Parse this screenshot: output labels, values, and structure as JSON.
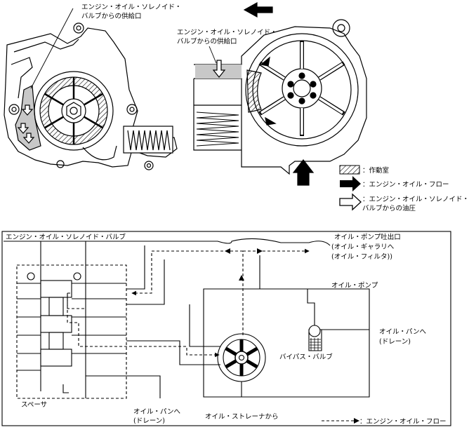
{
  "top_left": {
    "supply_port_label_l1": "エンジン・オイル・ソレノイド・",
    "supply_port_label_l2": "バルブからの供給口"
  },
  "top_right": {
    "supply_port_label_l1": "エンジン・オイル・ソレノイド・",
    "supply_port_label_l2": "バルブからの供給口"
  },
  "legend_top": {
    "chamber": "：作動室",
    "engine_oil_flow": "：エンジン・オイル・フロー",
    "solenoid_pressure_l1": "：エンジン・オイル・ソレノイド・",
    "solenoid_pressure_l2": "バルブからの油圧"
  },
  "bottom": {
    "solenoid_valve": "エンジン・オイル・ソレノイド・バルブ",
    "discharge_l1": "オイル・ポンプ吐出口",
    "discharge_l2": "(オイル・ギャラリへ",
    "discharge_l3": "(オイル・フィルタ))",
    "oil_pump": "オイル・ポンプ",
    "oil_pan_right_l1": "オイル・パンへ",
    "oil_pan_right_l2": "(ドレーン)",
    "bypass_valve": "バイパス・バルブ",
    "spacer": "スペーサ",
    "oil_pan_bottom_l1": "オイル・パンへ",
    "oil_pan_bottom_l2": "(ドレーン)",
    "from_strainer": "オイル・ストレーナから",
    "legend_flow": "：エンジン・オイル・フロー"
  }
}
